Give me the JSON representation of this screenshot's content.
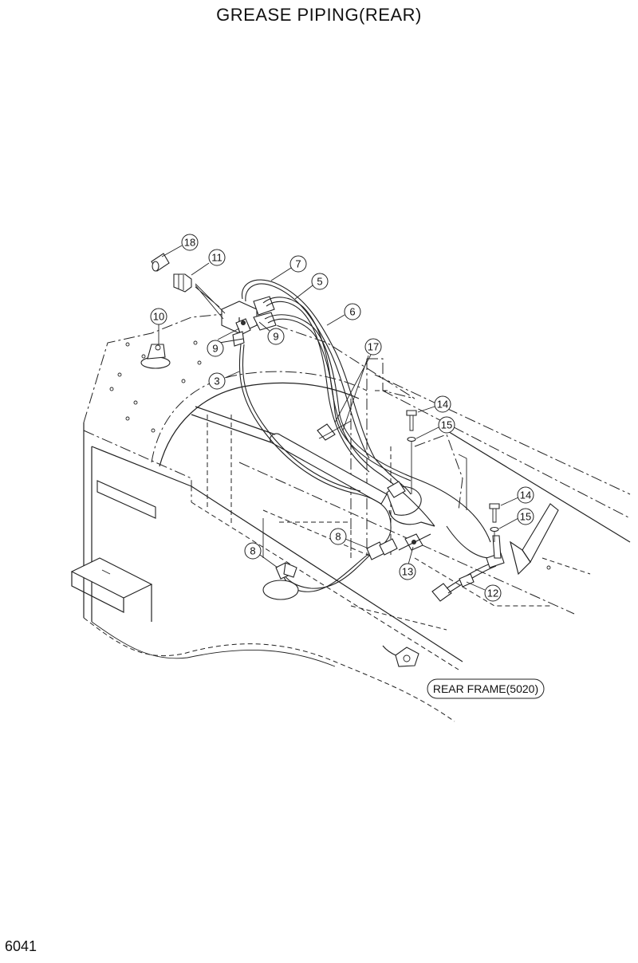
{
  "title": "GREASE PIPING(REAR)",
  "page_number": "6041",
  "reference_label": "REAR FRAME(5020)",
  "callouts": {
    "c18": "18",
    "c11": "11",
    "c7": "7",
    "c5": "5",
    "c6": "6",
    "c10": "10",
    "c9a": "9",
    "c9b": "9",
    "c3": "3",
    "c17": "17",
    "c14a": "14",
    "c15a": "15",
    "c14b": "14",
    "c15b": "15",
    "c8a": "8",
    "c8b": "8",
    "c13": "13",
    "c12": "12"
  }
}
